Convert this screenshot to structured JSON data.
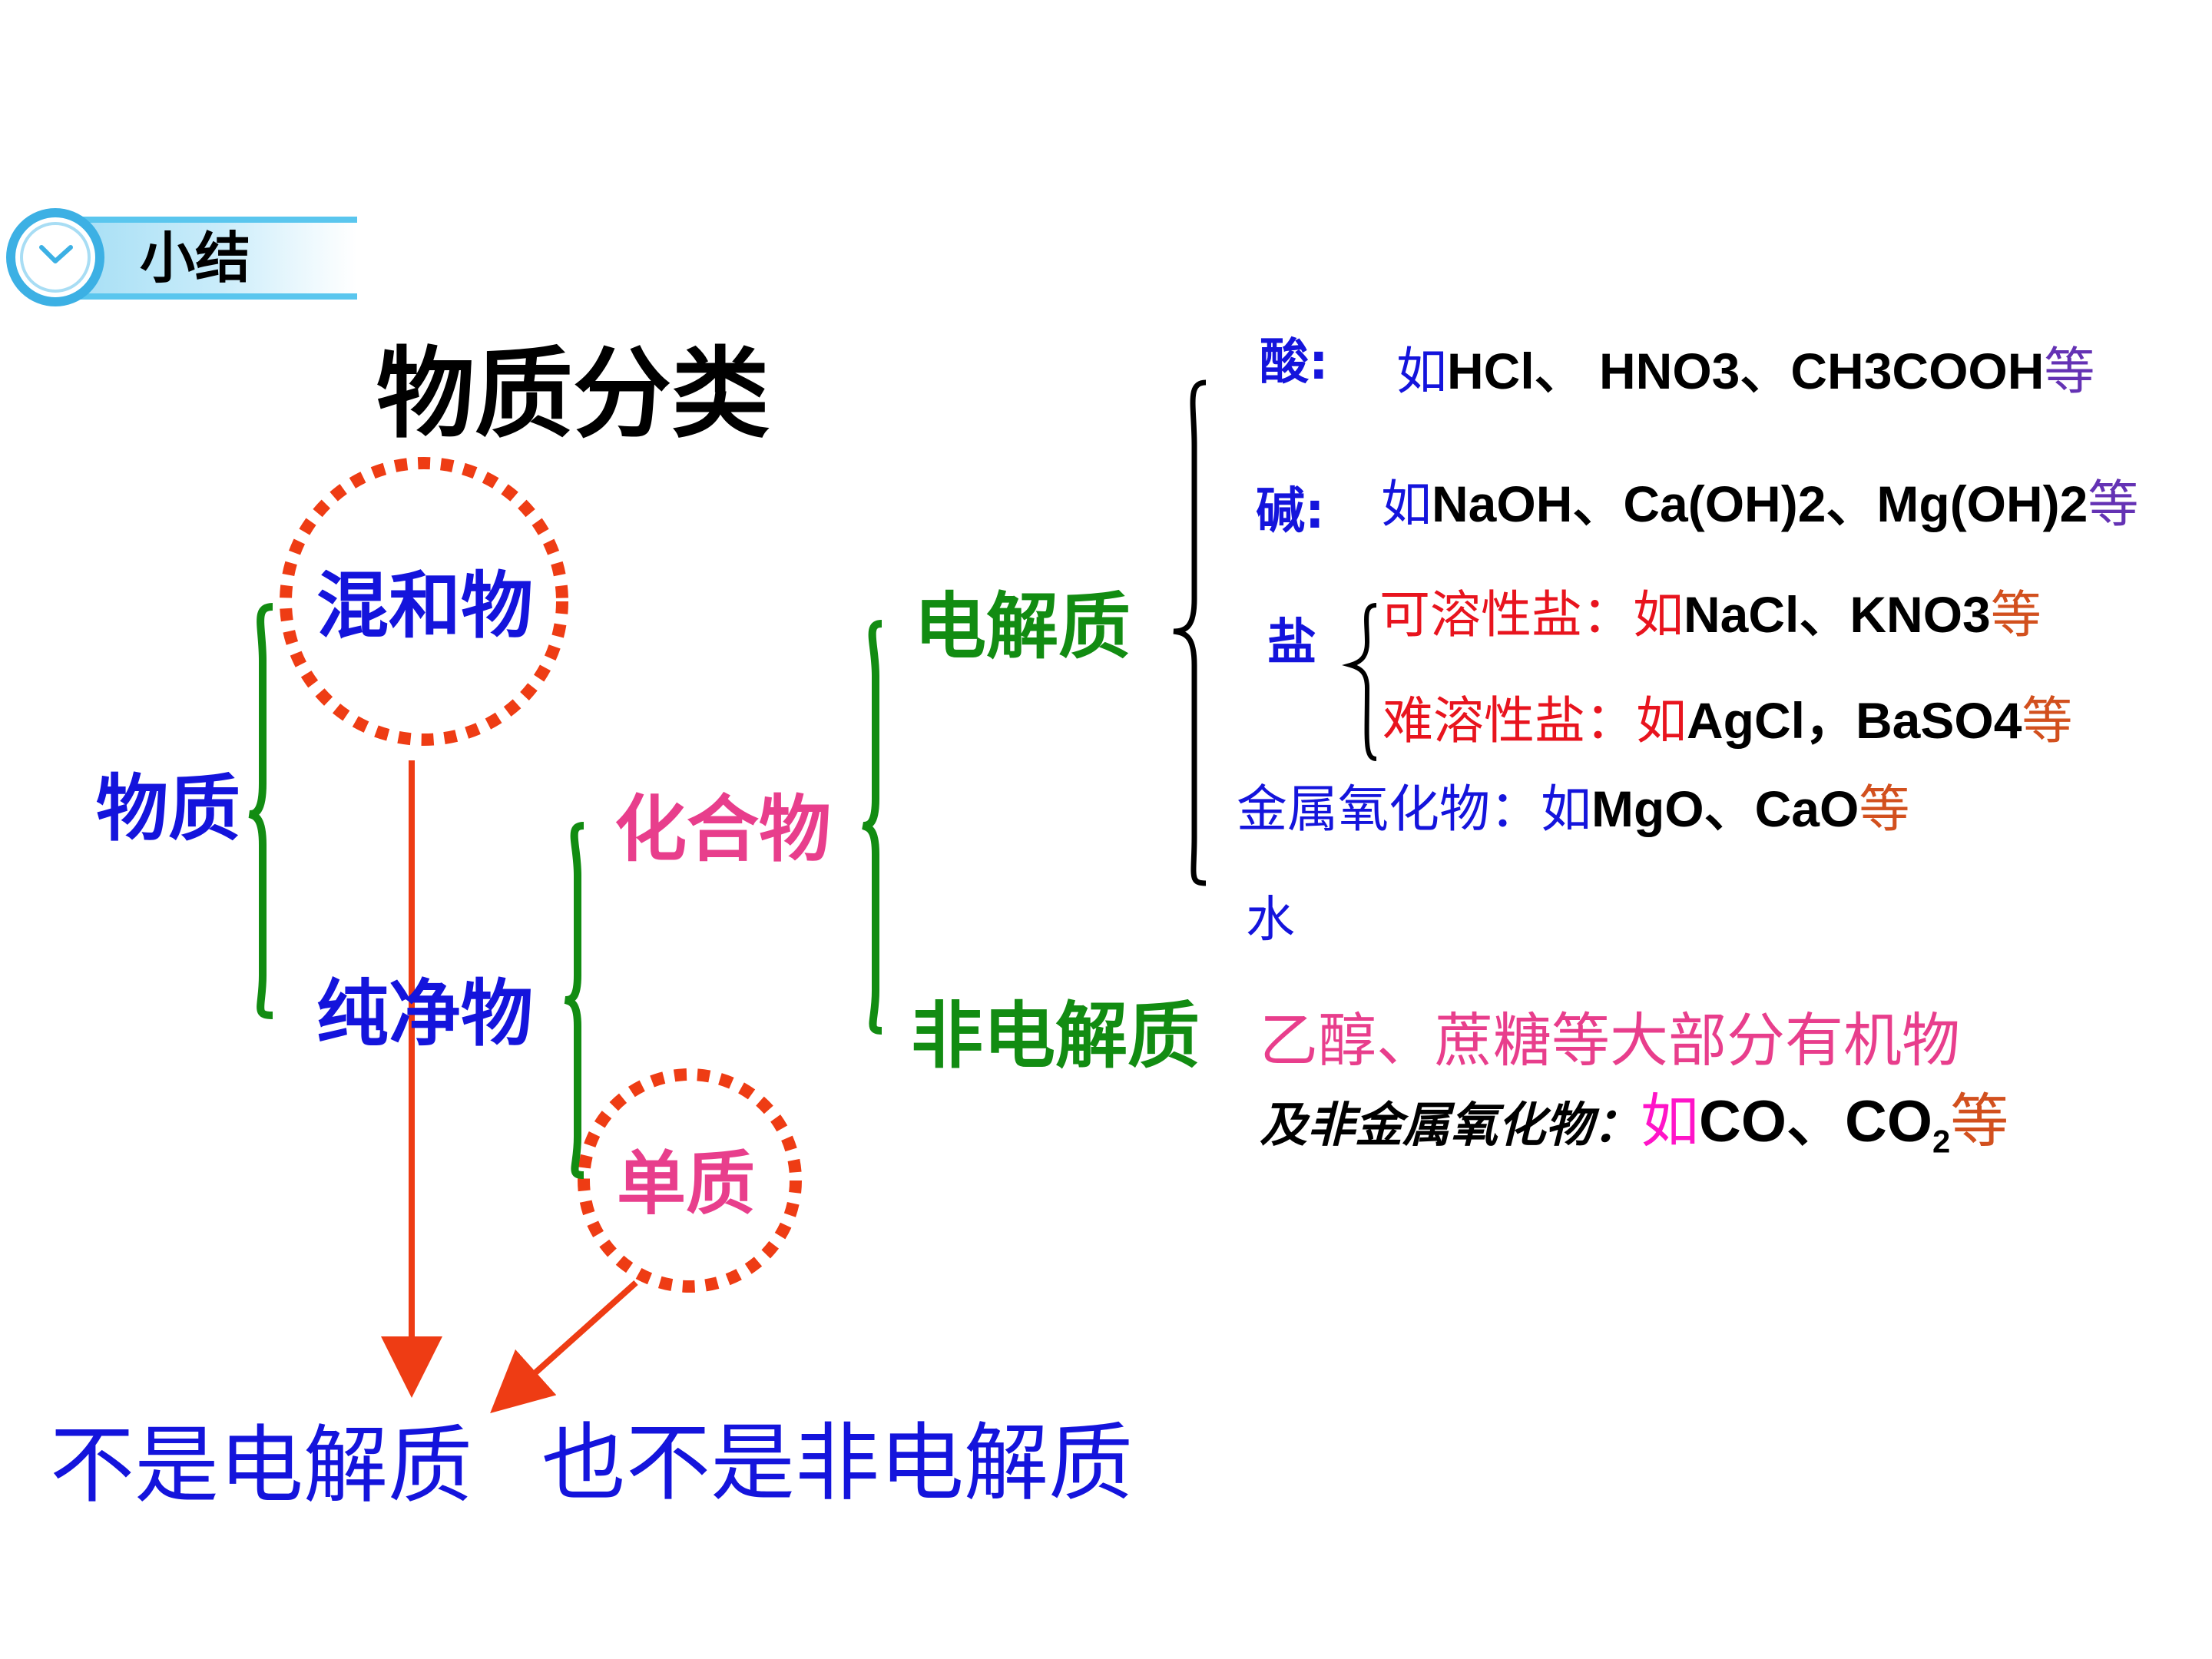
{
  "header": {
    "label": "小结"
  },
  "title": "物质分类",
  "tree": {
    "root": "物质",
    "mixture": "混和物",
    "pure": "纯净物",
    "compound": "化合物",
    "element": "单质",
    "electrolyte": "电解质",
    "nonelectrolyte": "非电解质"
  },
  "electrolytes": {
    "acid": {
      "label": "酸:",
      "ru": "如",
      "examples": "HCl、 HNO3、CH3COOH",
      "deng": "等"
    },
    "base": {
      "label": "碱:",
      "ru": "如",
      "examples": "NaOH、Ca(OH)2、Mg(OH)2",
      "deng": "等"
    },
    "salt": {
      "label": "盐",
      "soluble": {
        "label": "可溶性盐：",
        "ru": "如",
        "examples": "NaCl、KNO3",
        "deng": "等"
      },
      "insoluble": {
        "label": "难溶性盐：",
        "ru": "如",
        "examples": "AgCl，BaSO4",
        "deng": "等"
      }
    },
    "metal_oxide": {
      "label": "金属氧化物：",
      "ru": "如",
      "examples": "MgO、CaO",
      "deng": "等"
    },
    "water": "水"
  },
  "nonelectrolytes": {
    "line1": "乙醇、蔗糖等大部分有机物",
    "line2_label": "及非金属氧化物：",
    "line2_ru": "如",
    "line2_examples": "CO、CO",
    "line2_sub": "2",
    "line2_deng": "等"
  },
  "conclusion": {
    "part1": "不是电解质",
    "part2": "也不是非电解质"
  },
  "colors": {
    "blue": "#1414dc",
    "green": "#128c12",
    "pink": "#e83e8c",
    "red": "#e8141e",
    "orange": "#d2501e",
    "purple": "#6432b4",
    "magenta": "#ff14c8",
    "arrow": "#ee3c14"
  },
  "icons": {
    "header": "clock-icon"
  }
}
